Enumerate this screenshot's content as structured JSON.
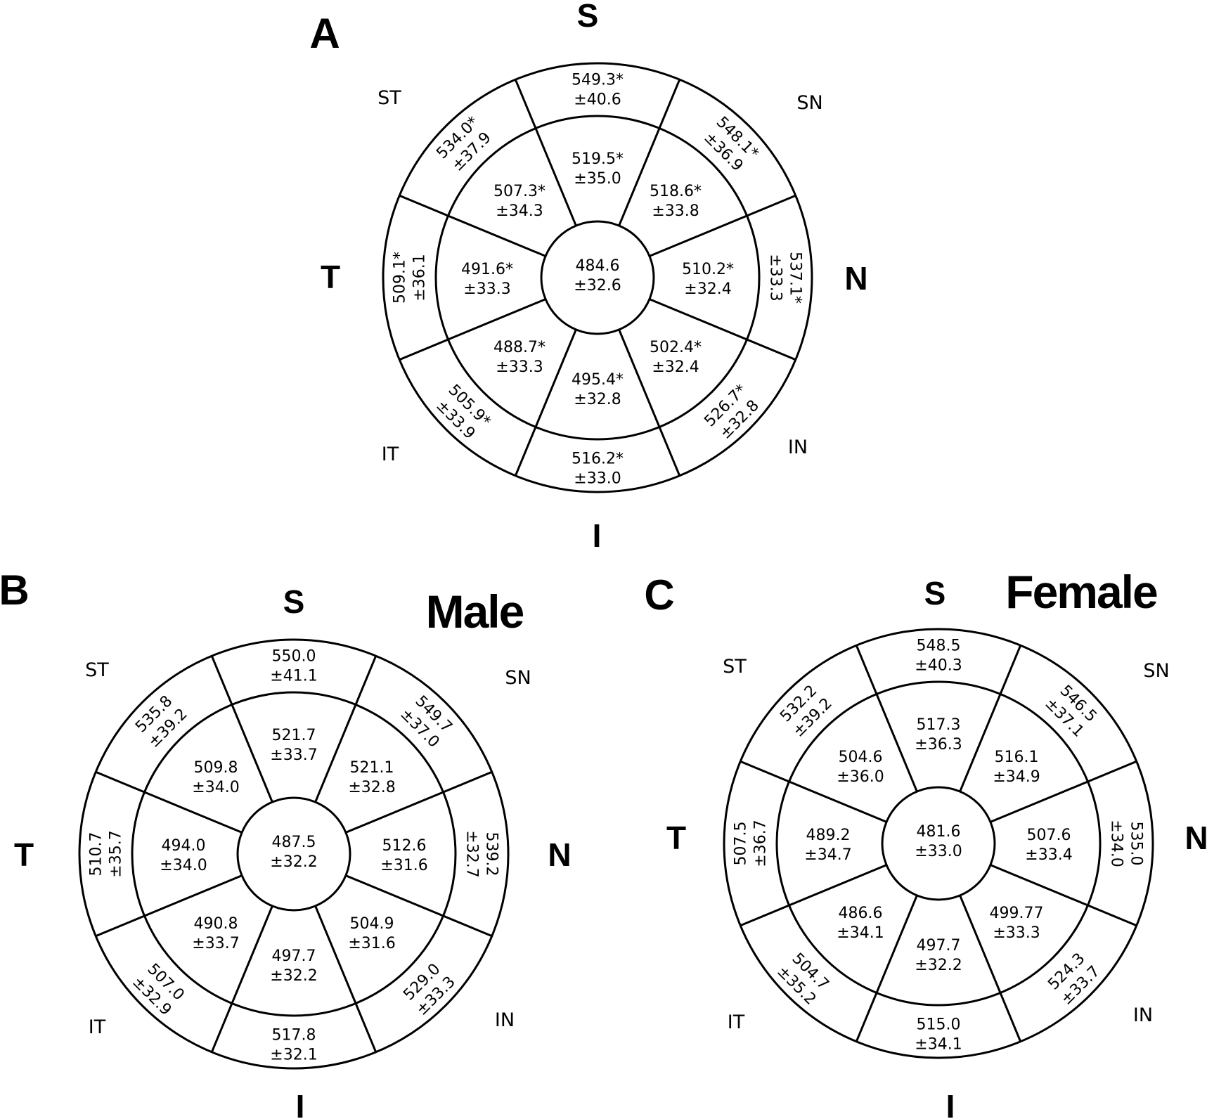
{
  "panels": [
    {
      "letter": "A",
      "title": "",
      "directions": {
        "S": "S",
        "N": "N",
        "I": "I",
        "T": "T"
      },
      "sector_labels": {
        "ST": "ST",
        "SN": "SN",
        "IT": "IT",
        "IN": "IN"
      },
      "center": {
        "v": "484.6",
        "sd": "±32.6"
      },
      "inner": {
        "S": {
          "v": "519.5*",
          "sd": "±35.0"
        },
        "SN": {
          "v": "518.6*",
          "sd": "±33.8"
        },
        "N": {
          "v": "510.2*",
          "sd": "±32.4"
        },
        "IN": {
          "v": "502.4*",
          "sd": "±32.4"
        },
        "I": {
          "v": "495.4*",
          "sd": "±32.8"
        },
        "IT": {
          "v": "488.7*",
          "sd": "±33.3"
        },
        "T": {
          "v": "491.6*",
          "sd": "±33.3"
        },
        "ST": {
          "v": "507.3*",
          "sd": "±34.3"
        }
      },
      "outer": {
        "S": {
          "v": "549.3*",
          "sd": "±40.6"
        },
        "SN": {
          "v": "548.1*",
          "sd": "±36.9"
        },
        "N": {
          "v": "537.1*",
          "sd": "±33.3"
        },
        "IN": {
          "v": "526.7*",
          "sd": "±32.8"
        },
        "I": {
          "v": "516.2*",
          "sd": "±33.0"
        },
        "IT": {
          "v": "505.9*",
          "sd": "±33.9"
        },
        "T": {
          "v": "509.1*",
          "sd": "±36.1"
        },
        "ST": {
          "v": "534.0*",
          "sd": "±37.9"
        }
      }
    },
    {
      "letter": "B",
      "title": "Male",
      "directions": {
        "S": "S",
        "N": "N",
        "I": "I",
        "T": "T"
      },
      "sector_labels": {
        "ST": "ST",
        "SN": "SN",
        "IT": "IT",
        "IN": "IN"
      },
      "center": {
        "v": "487.5",
        "sd": "±32.2"
      },
      "inner": {
        "S": {
          "v": "521.7",
          "sd": "±33.7"
        },
        "SN": {
          "v": "521.1",
          "sd": "±32.8"
        },
        "N": {
          "v": "512.6",
          "sd": "±31.6"
        },
        "IN": {
          "v": "504.9",
          "sd": "±31.6"
        },
        "I": {
          "v": "497.7",
          "sd": "±32.2"
        },
        "IT": {
          "v": "490.8",
          "sd": "±33.7"
        },
        "T": {
          "v": "494.0",
          "sd": "±34.0"
        },
        "ST": {
          "v": "509.8",
          "sd": "±34.0"
        }
      },
      "outer": {
        "S": {
          "v": "550.0",
          "sd": "±41.1"
        },
        "SN": {
          "v": "549.7",
          "sd": "±37.0"
        },
        "N": {
          "v": "539.2",
          "sd": "±32.7"
        },
        "IN": {
          "v": "529.0",
          "sd": "±33.3"
        },
        "I": {
          "v": "517.8",
          "sd": "±32.1"
        },
        "IT": {
          "v": "507.0",
          "sd": "±32.9"
        },
        "T": {
          "v": "510.7",
          "sd": "±35.7"
        },
        "ST": {
          "v": "535.8",
          "sd": "±39.2"
        }
      }
    },
    {
      "letter": "C",
      "title": "Female",
      "directions": {
        "S": "S",
        "N": "N",
        "I": "I",
        "T": "T"
      },
      "sector_labels": {
        "ST": "ST",
        "SN": "SN",
        "IT": "IT",
        "IN": "IN"
      },
      "center": {
        "v": "481.6",
        "sd": "±33.0"
      },
      "inner": {
        "S": {
          "v": "517.3",
          "sd": "±36.3"
        },
        "SN": {
          "v": "516.1",
          "sd": "±34.9"
        },
        "N": {
          "v": "507.6",
          "sd": "±33.4"
        },
        "IN": {
          "v": "499.77",
          "sd": "±33.3"
        },
        "I": {
          "v": "497.7",
          "sd": "±32.2"
        },
        "IT": {
          "v": "486.6",
          "sd": "±34.1"
        },
        "T": {
          "v": "489.2",
          "sd": "±34.7"
        },
        "ST": {
          "v": "504.6",
          "sd": "±36.0"
        }
      },
      "outer": {
        "S": {
          "v": "548.5",
          "sd": "±40.3"
        },
        "SN": {
          "v": "546.5",
          "sd": "±37.1"
        },
        "N": {
          "v": "535.0",
          "sd": "±34.0"
        },
        "IN": {
          "v": "524.3",
          "sd": "±33.7"
        },
        "I": {
          "v": "515.0",
          "sd": "±34.1"
        },
        "IT": {
          "v": "504.7",
          "sd": "±35.2"
        },
        "T": {
          "v": "507.5",
          "sd": "±36.7"
        },
        "ST": {
          "v": "532.2",
          "sd": "±39.2"
        }
      }
    }
  ]
}
